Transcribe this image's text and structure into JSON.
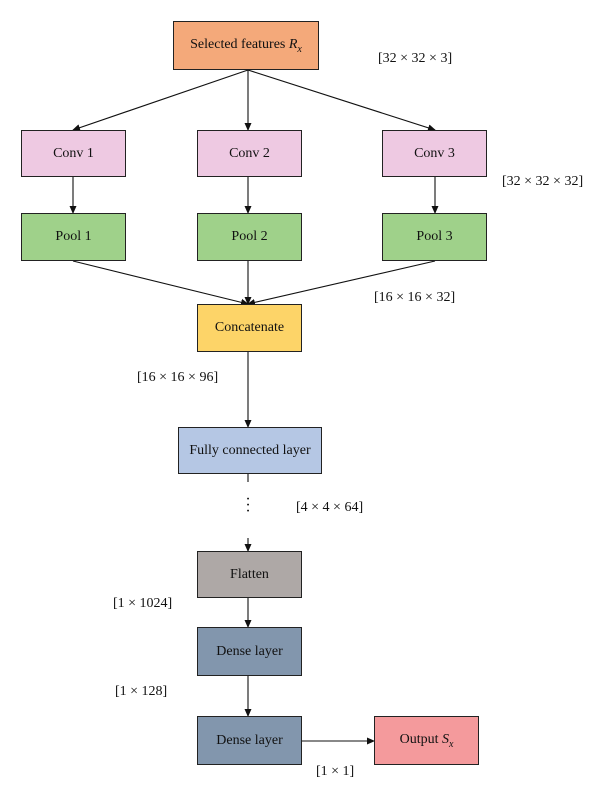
{
  "colors": {
    "input": "#f4a97a",
    "conv": "#eec9e2",
    "pool": "#9fd18a",
    "concat": "#fdd468",
    "fc": "#b5c7e4",
    "flatten": "#aea8a6",
    "dense": "#8296ad",
    "output": "#f49a9c",
    "line": "#111111"
  },
  "nodes": {
    "input": {
      "text": "Selected features ",
      "var": "R",
      "sub": "x"
    },
    "conv1": "Conv 1",
    "conv2": "Conv 2",
    "conv3": "Conv 3",
    "pool1": "Pool 1",
    "pool2": "Pool 2",
    "pool3": "Pool 3",
    "concat": "Concatenate",
    "fc": "Fully connected layer",
    "flatten": "Flatten",
    "dense1": "Dense layer",
    "dense2": "Dense layer",
    "output": {
      "text": "Output ",
      "var": "S",
      "sub": "x"
    }
  },
  "dimensions": {
    "input": "[32 × 32 × 3]",
    "conv": "[32 × 32 × 32]",
    "pool": "[16 × 16 × 32]",
    "concat": "[16 × 16 × 96]",
    "fc": "[4 × 4 × 64]",
    "flatten": "[1 × 1024]",
    "dense1": "[1 × 128]",
    "dense2": "[1 × 1]"
  }
}
